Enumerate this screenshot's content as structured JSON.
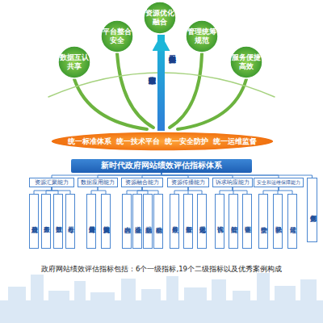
{
  "diagram": {
    "caption": "政府网站绩效评估指标包括：6个一级指标,19个二级指标以及优秀案例构成",
    "nodes": [
      {
        "text": [
          "数据互认共享"
        ]
      },
      {
        "text": [
          "平台整合安全"
        ]
      },
      {
        "text": [
          "资源优化融合"
        ]
      },
      {
        "text": [
          "管理统筹规范"
        ]
      },
      {
        "text": [
          "服务便捷高效"
        ]
      },
      {
        "text": [
          "统一标准体系",
          "统一技术平台",
          "统一安全防护",
          "统一运维监督"
        ]
      },
      {
        "text": [
          "新时代政府网站绩效评估指标体系"
        ]
      },
      {
        "text": [
          "资源汇聚能力"
        ]
      },
      {
        "text": [
          "政府信息公开"
        ]
      },
      {
        "text": [
          "政务服务"
        ]
      },
      {
        "text": [
          "开放数据"
        ]
      },
      {
        "text": [
          "专题专栏"
        ]
      },
      {
        "text": [
          "数据应用能力"
        ]
      },
      {
        "text": [
          "对外提供应用服务"
        ]
      },
      {
        "text": [
          "对内提供数据决策"
        ]
      },
      {
        "text": [
          "资源融合能力"
        ]
      },
      {
        "text": [
          "内容融合"
        ]
      },
      {
        "text": [
          "渠道融合"
        ]
      },
      {
        "text": [
          "规划融合"
        ]
      },
      {
        "text": [
          "功能融合"
        ]
      },
      {
        "text": [
          "资源传播能力"
        ]
      },
      {
        "text": [
          "导航服务"
        ]
      },
      {
        "text": [
          "智能服务"
        ]
      },
      {
        "text": [
          "适老化无障碍"
        ]
      },
      {
        "text": [
          "诉求响应能力"
        ]
      },
      {
        "text": [
          "咨询投诉"
        ]
      },
      {
        "text": [
          "智能问答"
        ]
      },
      {
        "text": [
          "征集调查"
        ]
      },
      {
        "text": [
          "安全和运维保障能力"
        ]
      },
      {
        "text": [
          "安全防护"
        ]
      },
      {
        "text": [
          "隐私保护"
        ]
      },
      {
        "text": [
          "日常运维"
        ]
      },
      {
        "text": [
          "优秀创新案例"
        ]
      }
    ],
    "edges": [
      {
        "from": 5,
        "to": 2,
        "arrow": "to"
      },
      {
        "from": 6,
        "to": 7,
        "arrow": "none"
      },
      {
        "from": 6,
        "to": 12,
        "arrow": "none"
      },
      {
        "from": 6,
        "to": 15,
        "arrow": "none"
      },
      {
        "from": 6,
        "to": 20,
        "arrow": "none"
      },
      {
        "from": 6,
        "to": 24,
        "arrow": "none"
      },
      {
        "from": 6,
        "to": 28,
        "arrow": "none"
      },
      {
        "from": 6,
        "to": 32,
        "arrow": "none"
      },
      {
        "from": 7,
        "to": 8,
        "arrow": "none"
      },
      {
        "from": 7,
        "to": 9,
        "arrow": "none"
      },
      {
        "from": 7,
        "to": 10,
        "arrow": "none"
      },
      {
        "from": 7,
        "to": 11,
        "arrow": "none"
      },
      {
        "from": 12,
        "to": 13,
        "arrow": "none"
      },
      {
        "from": 12,
        "to": 14,
        "arrow": "none"
      },
      {
        "from": 15,
        "to": 16,
        "arrow": "none"
      },
      {
        "from": 15,
        "to": 17,
        "arrow": "none"
      },
      {
        "from": 15,
        "to": 18,
        "arrow": "none"
      },
      {
        "from": 15,
        "to": 19,
        "arrow": "none"
      },
      {
        "from": 20,
        "to": 21,
        "arrow": "none"
      },
      {
        "from": 20,
        "to": 22,
        "arrow": "none"
      },
      {
        "from": 20,
        "to": 23,
        "arrow": "none"
      },
      {
        "from": 24,
        "to": 25,
        "arrow": "none"
      },
      {
        "from": 24,
        "to": 26,
        "arrow": "none"
      },
      {
        "from": 24,
        "to": 27,
        "arrow": "none"
      },
      {
        "from": 28,
        "to": 29,
        "arrow": "none"
      },
      {
        "from": 28,
        "to": 30,
        "arrow": "none"
      },
      {
        "from": 28,
        "to": 31,
        "arrow": "none"
      }
    ],
    "labels": [
      "集中管理信息数据",
      "集中提供内容服务"
    ]
  }
}
